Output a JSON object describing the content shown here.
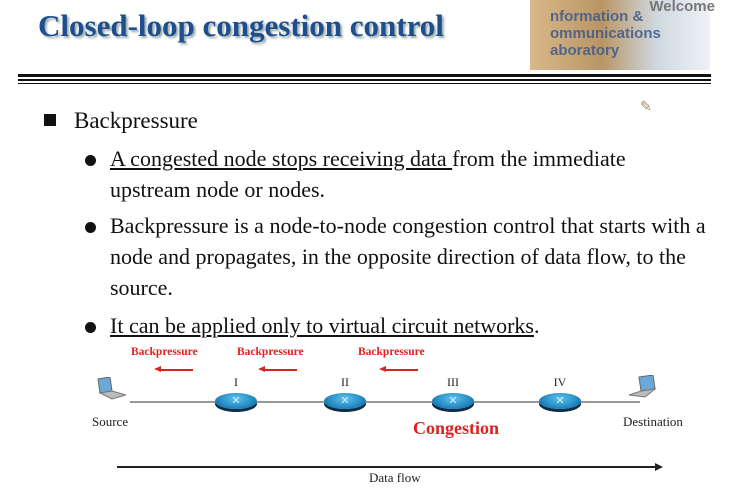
{
  "header": {
    "title": "Closed-loop congestion control",
    "logo_text": [
      "nformation &",
      "ommunications",
      "aboratory"
    ],
    "welcome": "Welcome"
  },
  "main": {
    "heading": "Backpressure",
    "bullets": [
      {
        "underlined": "A congested node stops receiving data ",
        "rest": "from the immediate upstream node or nodes."
      },
      {
        "underlined": "",
        "rest": "Backpressure is a node-to-node congestion control that starts with a node and propagates, in the opposite direction of data flow, to the source."
      },
      {
        "underlined": "It can be applied only to virtual circuit networks",
        "rest": "."
      }
    ]
  },
  "diagram": {
    "backpressure_labels": [
      "Backpressure",
      "Backpressure",
      "Backpressure"
    ],
    "nodes": [
      "I",
      "II",
      "III",
      "IV"
    ],
    "source": "Source",
    "destination": "Destination",
    "congestion": "Congestion",
    "data_flow": "Data flow",
    "colors": {
      "backpressure": "#dd2222",
      "router": "#1a7fb8",
      "title": "#1f4e8f"
    }
  }
}
